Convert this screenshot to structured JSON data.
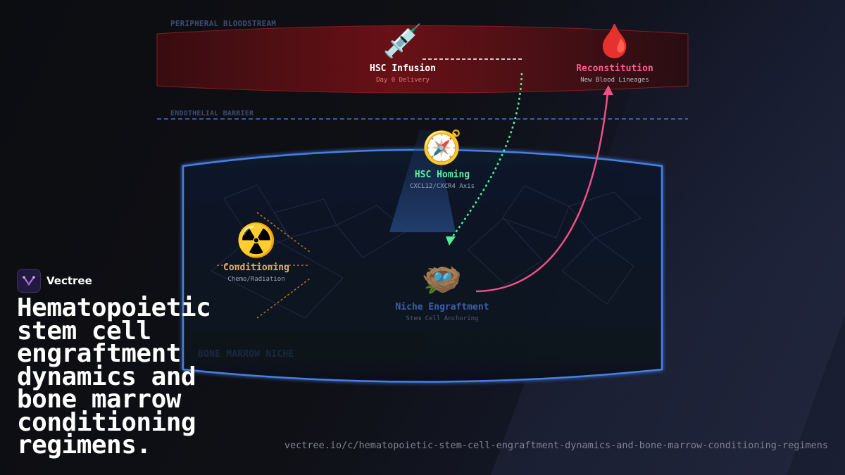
{
  "zones": {
    "bloodstream": "PERIPHERAL BLOODSTREAM",
    "barrier": "ENDOTHELIAL BARRIER",
    "niche": "BONE MARROW NICHE"
  },
  "nodes": {
    "infusion": {
      "icon": "💉",
      "title": "HSC Infusion",
      "subtitle": "Day 0 Delivery",
      "color": "#ffffff",
      "sub_color": "#e07a7a"
    },
    "reconstitution": {
      "icon": "🩸",
      "title": "Reconstitution",
      "subtitle": "New Blood Lineages",
      "color": "#ff5a8c",
      "sub_color": "#b9bcc8"
    },
    "homing": {
      "icon": "🧭",
      "title": "HSC Homing",
      "subtitle": "CXCL12/CXCR4 Axis",
      "color": "#5cf0a0",
      "sub_color": "#9aa3b8"
    },
    "conditioning": {
      "icon": "☢️",
      "title": "Conditioning",
      "subtitle": "Chemo/Radiation",
      "color": "#e3b062",
      "sub_color": "#9aa3b8"
    },
    "engraftment": {
      "icon": "🪺",
      "title": "Niche Engraftment",
      "subtitle": "Stem Cell Anchoring",
      "color": "#3d5fa8",
      "sub_color": "#525a70"
    }
  },
  "colors": {
    "bloodstream": "#6b1317",
    "barrier": "#3d74e0",
    "niche_border": "#4a86f0",
    "homing_path": "#4ff09a",
    "reconstitution_path": "#f0508a",
    "conditioning": "#c88a2a"
  },
  "brand": {
    "name": "Vectree"
  },
  "title": "Hematopoietic stem cell engraftment dynamics and bone marrow conditioning regimens.",
  "url": "vectree.io/c/hematopoietic-stem-cell-engraftment-dynamics-and-bone-marrow-conditioning-regimens"
}
